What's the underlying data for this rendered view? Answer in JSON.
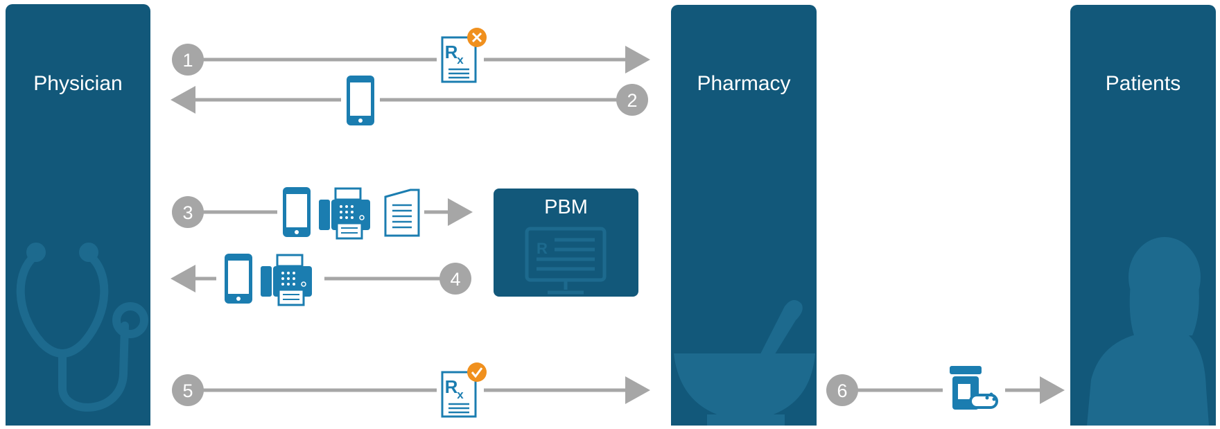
{
  "actors": {
    "physician": "Physician",
    "pharmacy": "Pharmacy",
    "patients": "Patients",
    "pbm": "PBM"
  },
  "steps": [
    "1",
    "2",
    "3",
    "4",
    "5",
    "6"
  ],
  "icons": {
    "rx_rejected": "rx-prescription-rejected-icon",
    "rx_approved": "rx-prescription-approved-icon",
    "phone": "smartphone-icon",
    "fax": "fax-machine-icon",
    "document": "document-icon",
    "monitor": "monitor-rx-icon",
    "pill_bottle": "pill-bottle-icon",
    "stethoscope": "stethoscope-icon",
    "mortar": "mortar-pestle-icon",
    "person": "person-silhouette-icon"
  },
  "colors": {
    "panel": "#12587a",
    "panel_watermark": "#1d6a8e",
    "icon_blue": "#1b7db0",
    "arrow_gray": "#a6a6a6",
    "badge_orange": "#f0901e"
  }
}
